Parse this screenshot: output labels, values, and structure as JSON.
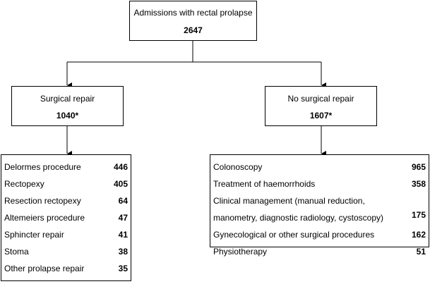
{
  "top": {
    "title": "Admissions with rectal prolapse",
    "count": "2647"
  },
  "surgical": {
    "title": "Surgical repair",
    "count": "1040*",
    "items": [
      {
        "label": "Delormes procedure",
        "value": "446"
      },
      {
        "label": "Rectopexy",
        "value": "405"
      },
      {
        "label": "Resection rectopexy",
        "value": "64"
      },
      {
        "label": "Altemeiers procedure",
        "value": "47"
      },
      {
        "label": "Sphincter repair",
        "value": "41"
      },
      {
        "label": "Stoma",
        "value": "38"
      },
      {
        "label": "Other prolapse repair",
        "value": "35"
      }
    ]
  },
  "nonsurgical": {
    "title": "No surgical repair",
    "count": "1607*",
    "items": [
      {
        "label": "Colonoscopy",
        "value": "965"
      },
      {
        "label": "Treatment of haemorrhoids",
        "value": "358"
      },
      {
        "label": "Clinical management (manual reduction, manometry, diagnostic radiology, cystoscopy)",
        "value": "175"
      },
      {
        "label": "Gynecological or other surgical procedures",
        "value": "162"
      },
      {
        "label": "Physiotherapy",
        "value": "51"
      }
    ]
  }
}
